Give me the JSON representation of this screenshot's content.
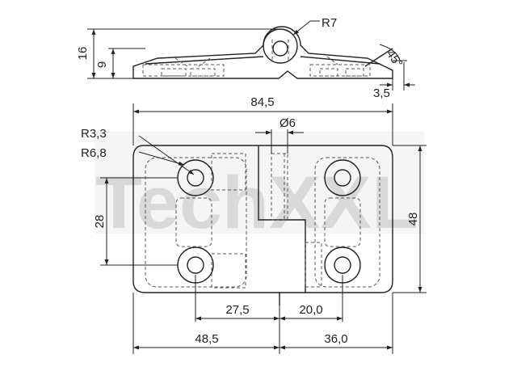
{
  "drawing": {
    "watermark": "TechXXL",
    "side_view": {
      "overall_height": "16",
      "leaf_thickness": "9",
      "knuckle_radius": "R7",
      "bevel_angle": "45°",
      "bevel_offset": "3,5"
    },
    "plan_view": {
      "overall_width": "84,5",
      "pin_diameter": "Ø6",
      "hole_radius": "R3,3",
      "counterbore_radius": "R6,8",
      "hole_vertical_spacing": "28",
      "overall_height": "48",
      "hole_to_pin_left": "27,5",
      "hole_to_pin_right": "20,0",
      "leaf_width_left": "48,5",
      "leaf_width_right": "36,0"
    }
  },
  "colors": {
    "line": "#222222",
    "hidden_line": "#555555",
    "watermark": "#d9d9d9"
  }
}
